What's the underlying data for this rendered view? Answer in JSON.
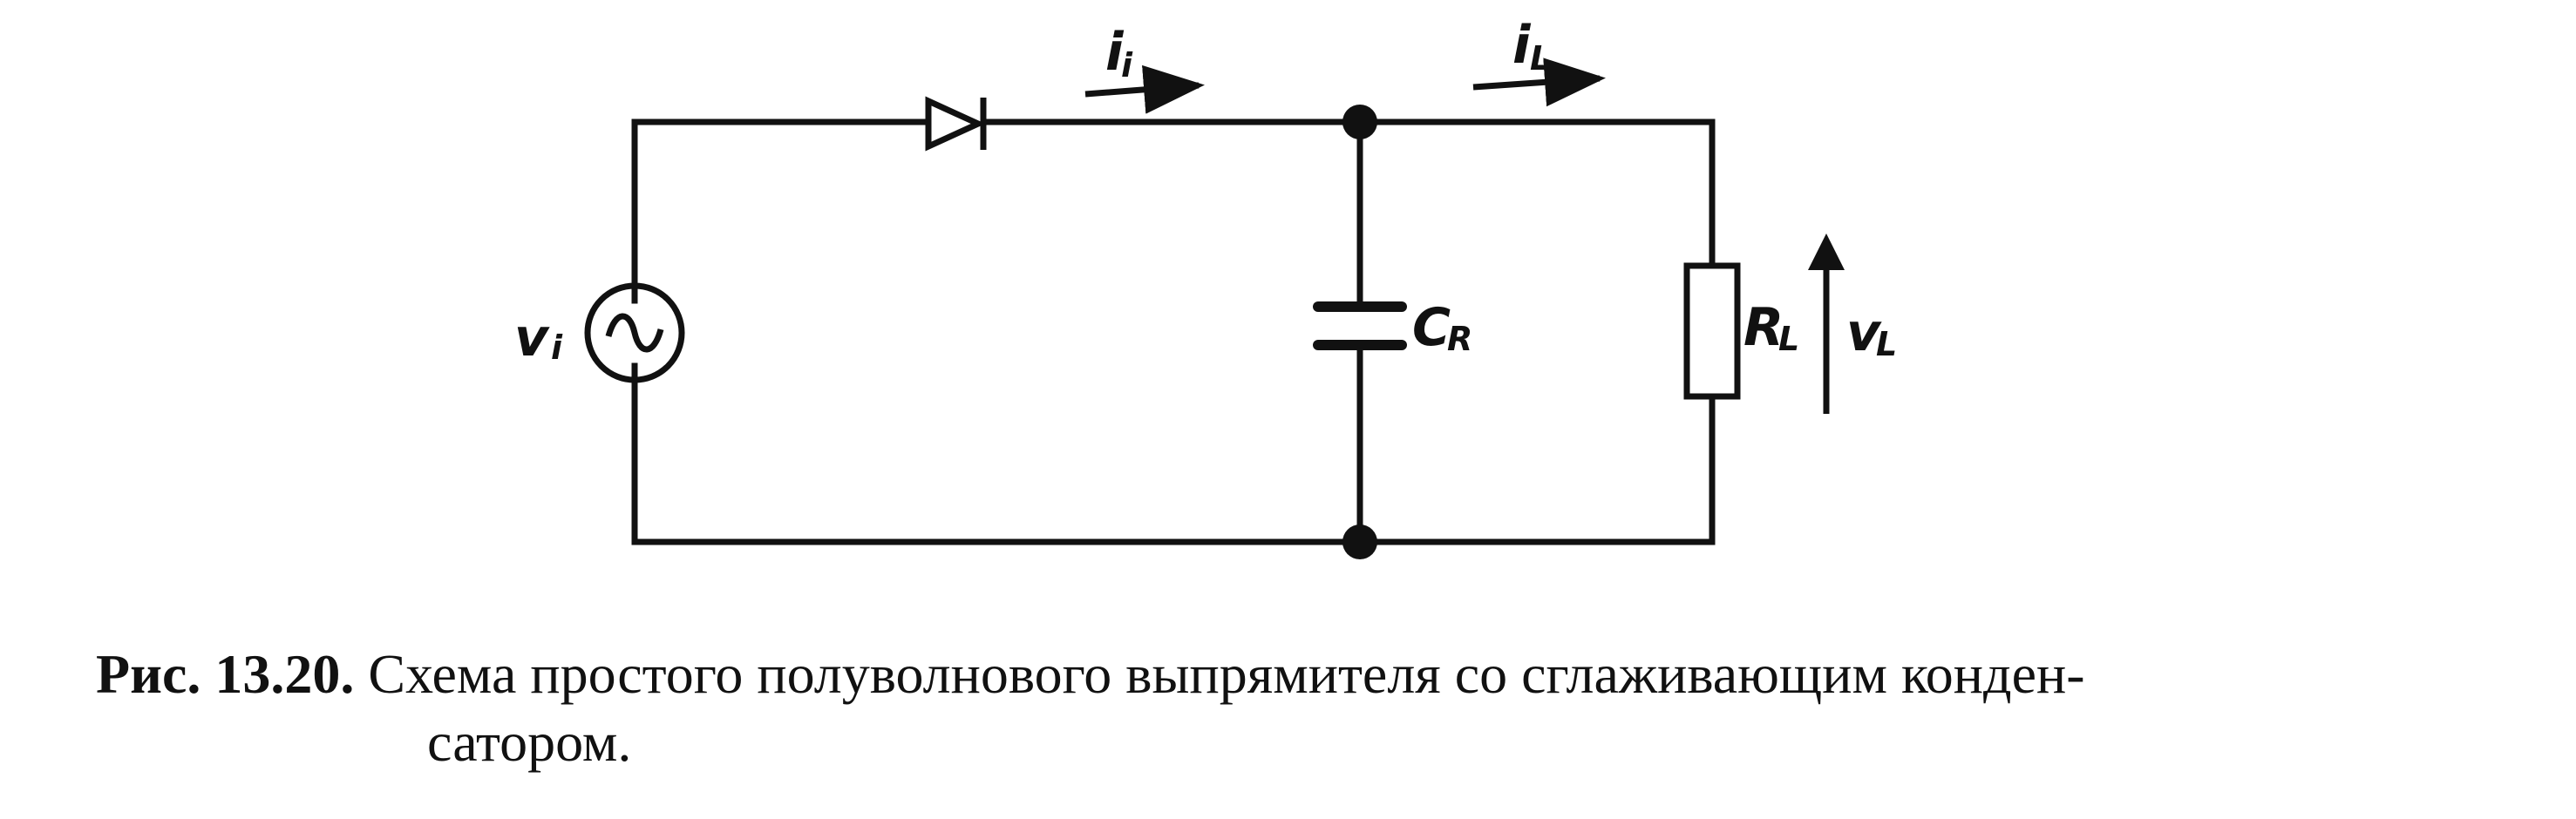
{
  "diagram": {
    "labels": {
      "source_main": "v",
      "source_sub": "i",
      "current_in_main": "i",
      "current_in_sub": "i",
      "current_load_main": "i",
      "current_load_sub": "L",
      "capacitor_main": "C",
      "capacitor_sub": "R",
      "resistor_main": "R",
      "resistor_sub": "L",
      "load_voltage_main": "v",
      "load_voltage_sub": "L"
    }
  },
  "caption": {
    "number": "Рис. 13.20.",
    "text_line_1": "Схема простого полуволнового выпрямителя со сглаживающим конден-",
    "text_line_2": "сатором."
  }
}
